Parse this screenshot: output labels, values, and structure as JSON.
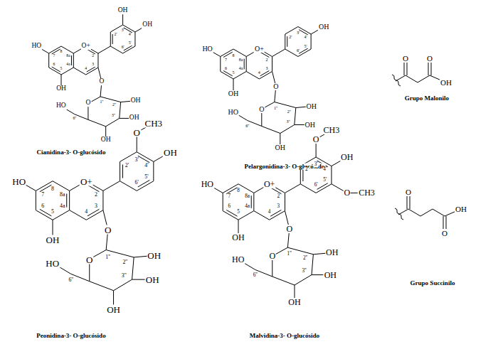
{
  "diagram": {
    "labels": [
      "HO",
      "O+",
      "OH",
      "OH",
      "OH",
      "O",
      "O",
      "HO",
      "OH",
      "OH",
      "OH",
      "2",
      "3",
      "4",
      "4a",
      "5",
      "6",
      "7",
      "8",
      "8a",
      "2'",
      "3'",
      "4'",
      "5'",
      "6'",
      "1''",
      "2''",
      "3''",
      "6''",
      "Cianidina-3- O-glucósido",
      "HO",
      "O+",
      "OH",
      "OH",
      "O",
      "O",
      "HO",
      "OH",
      "OH",
      "OH",
      "2",
      "3",
      "4",
      "4a",
      "5",
      "6",
      "7",
      "8",
      "8a",
      "2'",
      "3'",
      "4'",
      "5'",
      "6'",
      "1''",
      "2''",
      "3''",
      "6''",
      "Pelargonidina-3- O-glucósido",
      "HO",
      "O+",
      "OH",
      "O",
      "CH3",
      "OH",
      "O",
      "O",
      "HO",
      "OH",
      "OH",
      "OH",
      "2",
      "3",
      "4",
      "4a",
      "5",
      "6",
      "7",
      "8",
      "8a",
      "2'",
      "3'",
      "4'",
      "5'",
      "6'",
      "1''",
      "2''",
      "3''",
      "6''",
      "Peonidina-3- O-glucósido",
      "HO",
      "O+",
      "OH",
      "O",
      "CH3",
      "OH",
      "O",
      "CH3",
      "O",
      "O",
      "HO",
      "OH",
      "OH",
      "OH",
      "2",
      "3",
      "4",
      "4a",
      "5",
      "6",
      "7",
      "8",
      "8a",
      "2'",
      "3'",
      "4'",
      "5'",
      "6'",
      "1''",
      "2''",
      "3''",
      "6''",
      "Malvidina-3- O-glucósido",
      "O",
      "O",
      "OH",
      "Grupo Malonilo",
      "O",
      "O",
      "OH",
      "Grupo Succinilo"
    ]
  }
}
